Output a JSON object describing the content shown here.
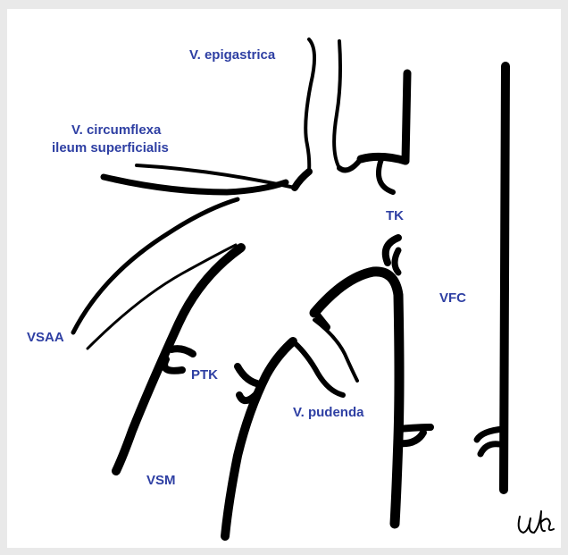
{
  "labels": {
    "v_epigastrica": "V. epigastrica",
    "v_circumflexa_line1": "V. circumflexa",
    "v_circumflexa_line2": "ileum superficialis",
    "tk": "TK",
    "vfc": "VFC",
    "vsaa": "VSAA",
    "ptk": "PTK",
    "v_pudenda": "V. pudenda",
    "vsm": "VSM"
  },
  "signature": "ulle",
  "colors": {
    "label": "#2e3fa3",
    "vein": "#000000",
    "background": "#ffffff",
    "border": "#e9e9e9"
  }
}
